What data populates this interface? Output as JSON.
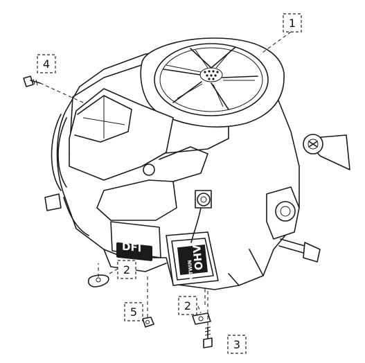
{
  "callouts": [
    {
      "id": "1",
      "label": "1"
    },
    {
      "id": "2a",
      "label": "2"
    },
    {
      "id": "2b",
      "label": "2"
    },
    {
      "id": "3",
      "label": "3"
    },
    {
      "id": "4",
      "label": "4"
    },
    {
      "id": "5",
      "label": "5"
    }
  ],
  "engine_labels": {
    "injection_plate": "DFI",
    "valve_plate": "OHV",
    "valve_sub": "V-TWIN"
  }
}
